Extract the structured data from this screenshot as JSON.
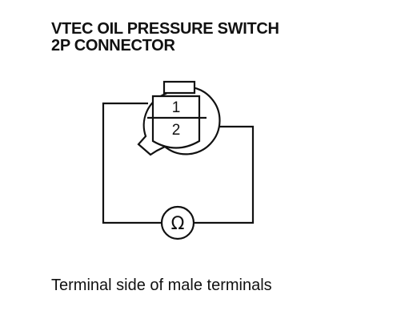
{
  "title": {
    "line1": "VTEC OIL PRESSURE SWITCH",
    "line2": "2P CONNECTOR"
  },
  "connector": {
    "terminal_1": "1",
    "terminal_2": "2"
  },
  "meter": {
    "symbol": "Ω",
    "icon": "ohmmeter-icon"
  },
  "caption": "Terminal side of male terminals"
}
